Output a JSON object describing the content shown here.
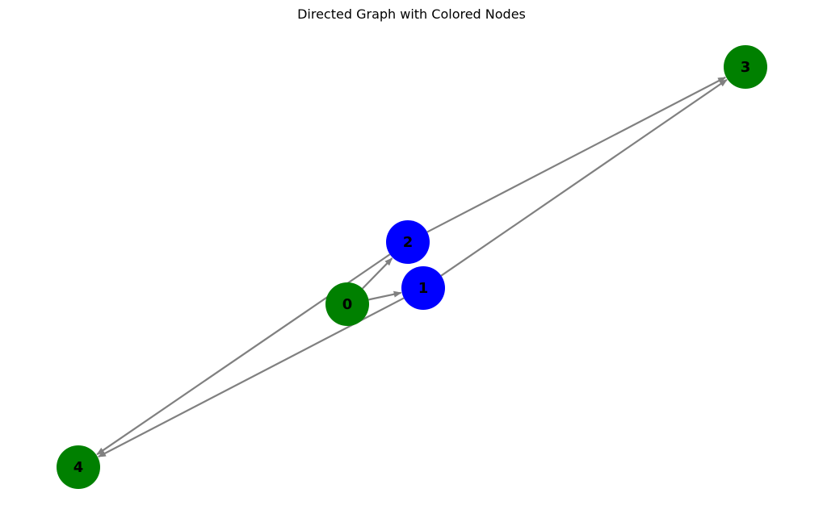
{
  "title": "Directed Graph with Colored Nodes",
  "colors": {
    "edge": "#808080",
    "green": "#008000",
    "blue": "#0000ff",
    "label": "#000000"
  },
  "nodes": [
    {
      "id": "0",
      "label": "0",
      "color": "green"
    },
    {
      "id": "1",
      "label": "1",
      "color": "blue"
    },
    {
      "id": "2",
      "label": "2",
      "color": "blue"
    },
    {
      "id": "3",
      "label": "3",
      "color": "green"
    },
    {
      "id": "4",
      "label": "4",
      "color": "green"
    }
  ],
  "edges": [
    {
      "from": "0",
      "to": "1"
    },
    {
      "from": "0",
      "to": "2"
    },
    {
      "from": "1",
      "to": "3"
    },
    {
      "from": "1",
      "to": "4"
    },
    {
      "from": "2",
      "to": "3"
    },
    {
      "from": "2",
      "to": "4"
    }
  ]
}
